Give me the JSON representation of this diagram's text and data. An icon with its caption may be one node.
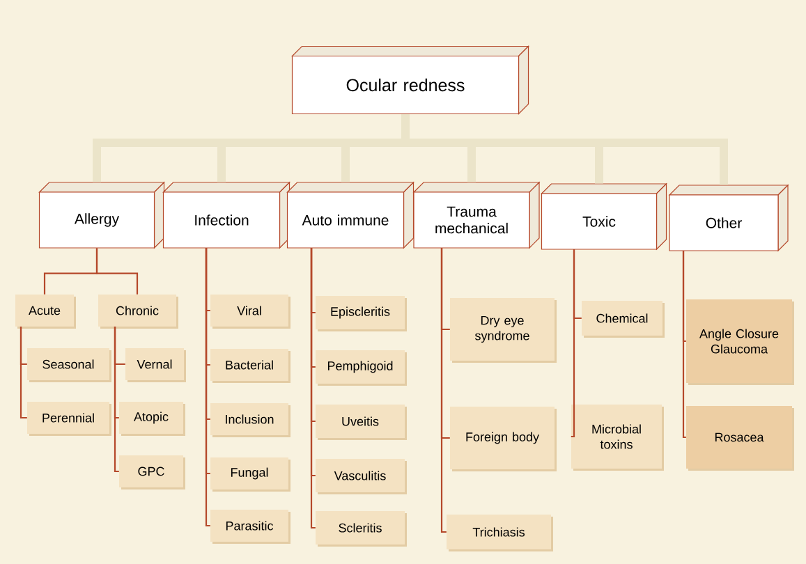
{
  "diagram": {
    "nodes": [
      {
        "text": [
          "Ocular redness"
        ]
      },
      {
        "text": [
          "Allergy"
        ]
      },
      {
        "text": [
          "Infection"
        ]
      },
      {
        "text": [
          "Auto immune"
        ]
      },
      {
        "text": [
          "Trauma mechanical"
        ]
      },
      {
        "text": [
          "Toxic"
        ]
      },
      {
        "text": [
          "Other"
        ]
      },
      {
        "text": [
          "Acute"
        ]
      },
      {
        "text": [
          "Chronic"
        ]
      },
      {
        "text": [
          "Seasonal"
        ]
      },
      {
        "text": [
          "Perennial"
        ]
      },
      {
        "text": [
          "Vernal"
        ]
      },
      {
        "text": [
          "Atopic"
        ]
      },
      {
        "text": [
          "GPC"
        ]
      },
      {
        "text": [
          "Viral"
        ]
      },
      {
        "text": [
          "Bacterial"
        ]
      },
      {
        "text": [
          "Inclusion"
        ]
      },
      {
        "text": [
          "Fungal"
        ]
      },
      {
        "text": [
          "Parasitic"
        ]
      },
      {
        "text": [
          "Episcleritis"
        ]
      },
      {
        "text": [
          "Pemphigoid"
        ]
      },
      {
        "text": [
          "Uveitis"
        ]
      },
      {
        "text": [
          "Vasculitis"
        ]
      },
      {
        "text": [
          "Scleritis"
        ]
      },
      {
        "text": [
          "Dry eye syndrome"
        ]
      },
      {
        "text": [
          "Foreign body"
        ]
      },
      {
        "text": [
          "Trichiasis"
        ]
      },
      {
        "text": [
          "Chemical"
        ]
      },
      {
        "text": [
          "Microbial toxins"
        ]
      },
      {
        "text": [
          "Angle Closure Glaucoma"
        ]
      },
      {
        "text": [
          "Rosacea"
        ]
      }
    ],
    "edges": [
      {
        "from": 0,
        "to": 1,
        "arrow": "none",
        "style": "thick",
        "color": "#ebe4c9"
      },
      {
        "from": 0,
        "to": 2,
        "arrow": "none",
        "style": "thick",
        "color": "#ebe4c9"
      },
      {
        "from": 0,
        "to": 3,
        "arrow": "none",
        "style": "thick",
        "color": "#ebe4c9"
      },
      {
        "from": 0,
        "to": 4,
        "arrow": "none",
        "style": "thick",
        "color": "#ebe4c9"
      },
      {
        "from": 0,
        "to": 5,
        "arrow": "none",
        "style": "thick",
        "color": "#ebe4c9"
      },
      {
        "from": 0,
        "to": 6,
        "arrow": "none",
        "style": "thick",
        "color": "#ebe4c9"
      },
      {
        "from": 1,
        "to": 7,
        "arrow": "none"
      },
      {
        "from": 1,
        "to": 8,
        "arrow": "none"
      },
      {
        "from": 7,
        "to": 9,
        "arrow": "none"
      },
      {
        "from": 7,
        "to": 10,
        "arrow": "none"
      },
      {
        "from": 8,
        "to": 11,
        "arrow": "none"
      },
      {
        "from": 8,
        "to": 12,
        "arrow": "none"
      },
      {
        "from": 8,
        "to": 13,
        "arrow": "none"
      },
      {
        "from": 2,
        "to": 14,
        "arrow": "none"
      },
      {
        "from": 2,
        "to": 15,
        "arrow": "none"
      },
      {
        "from": 2,
        "to": 16,
        "arrow": "none"
      },
      {
        "from": 2,
        "to": 17,
        "arrow": "none"
      },
      {
        "from": 2,
        "to": 18,
        "arrow": "none"
      },
      {
        "from": 3,
        "to": 19,
        "arrow": "none"
      },
      {
        "from": 3,
        "to": 20,
        "arrow": "none"
      },
      {
        "from": 3,
        "to": 21,
        "arrow": "none"
      },
      {
        "from": 3,
        "to": 22,
        "arrow": "none"
      },
      {
        "from": 3,
        "to": 23,
        "arrow": "none"
      },
      {
        "from": 4,
        "to": 24,
        "arrow": "none"
      },
      {
        "from": 4,
        "to": 25,
        "arrow": "none"
      },
      {
        "from": 4,
        "to": 26,
        "arrow": "none"
      },
      {
        "from": 5,
        "to": 27,
        "arrow": "none"
      },
      {
        "from": 5,
        "to": 28,
        "arrow": "none"
      },
      {
        "from": 6,
        "to": 29,
        "arrow": "none"
      },
      {
        "from": 6,
        "to": 30,
        "arrow": "none"
      }
    ]
  }
}
